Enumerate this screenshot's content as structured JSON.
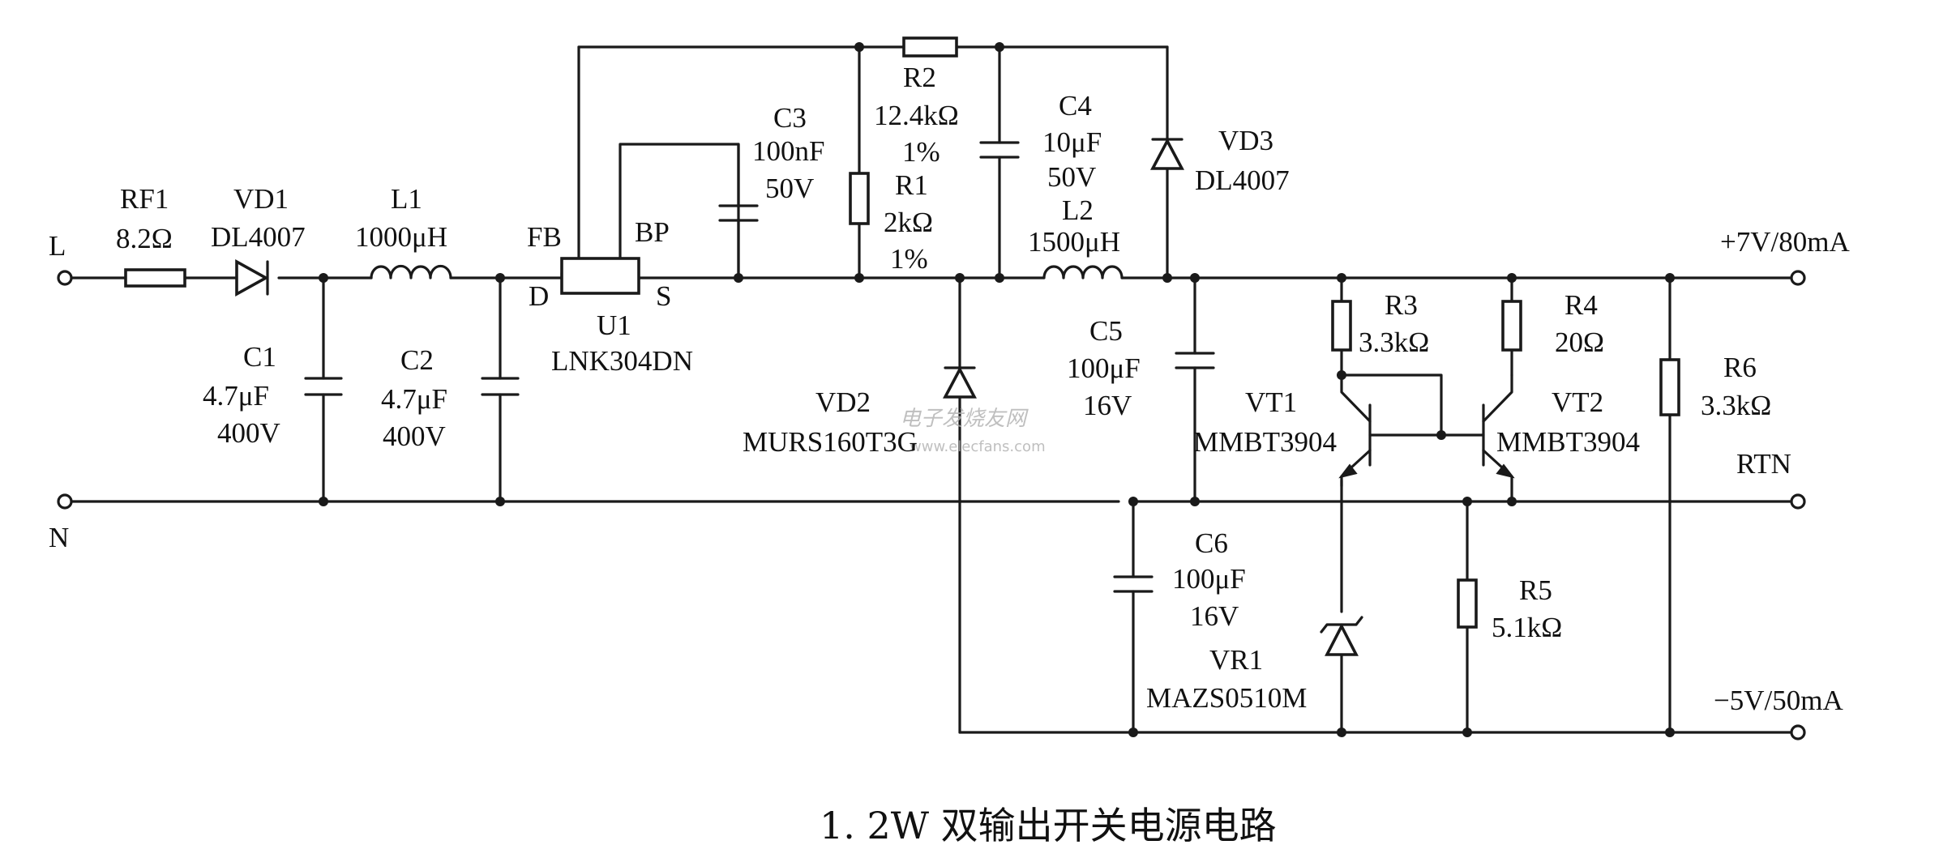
{
  "diagram": {
    "caption": "1. 2W 双输出开关电源电路",
    "watermark": {
      "line1": "电子发烧友网",
      "line2": "www.elecfans.com"
    },
    "terminals": {
      "L": "L",
      "N": "N",
      "pos": "+7V/80mA",
      "rtn": "RTN",
      "neg": "−5V/50mA"
    },
    "components": {
      "RF1": {
        "ref": "RF1",
        "value": "8.2Ω"
      },
      "VD1": {
        "ref": "VD1",
        "value": "DL4007"
      },
      "L1": {
        "ref": "L1",
        "value": "1000μH"
      },
      "C1": {
        "ref": "C1",
        "value": "4.7μF",
        "rating": "400V"
      },
      "C2": {
        "ref": "C2",
        "value": "4.7μF",
        "rating": "400V"
      },
      "U1": {
        "ref": "U1",
        "value": "LNK304DN",
        "pins": {
          "fb": "FB",
          "bp": "BP",
          "d": "D",
          "s": "S"
        }
      },
      "C3": {
        "ref": "C3",
        "value": "100nF",
        "rating": "50V"
      },
      "R2": {
        "ref": "R2",
        "value": "12.4kΩ",
        "tol": "1%"
      },
      "R1": {
        "ref": "R1",
        "value": "2kΩ",
        "tol": "1%"
      },
      "C4": {
        "ref": "C4",
        "value": "10μF",
        "rating": "50V"
      },
      "VD3": {
        "ref": "VD3",
        "value": "DL4007"
      },
      "L2": {
        "ref": "L2",
        "value": "1500μH"
      },
      "VD2": {
        "ref": "VD2",
        "value": "MURS160T3G"
      },
      "C5": {
        "ref": "C5",
        "value": "100μF",
        "rating": "16V"
      },
      "C6": {
        "ref": "C6",
        "value": "100μF",
        "rating": "16V"
      },
      "R3": {
        "ref": "R3",
        "value": "3.3kΩ"
      },
      "R4": {
        "ref": "R4",
        "value": "20Ω"
      },
      "R5": {
        "ref": "R5",
        "value": "5.1kΩ"
      },
      "R6": {
        "ref": "R6",
        "value": "3.3kΩ"
      },
      "VT1": {
        "ref": "VT1",
        "value": "MMBT3904"
      },
      "VT2": {
        "ref": "VT2",
        "value": "MMBT3904"
      },
      "VR1": {
        "ref": "VR1",
        "value": "MAZS0510M"
      }
    }
  }
}
